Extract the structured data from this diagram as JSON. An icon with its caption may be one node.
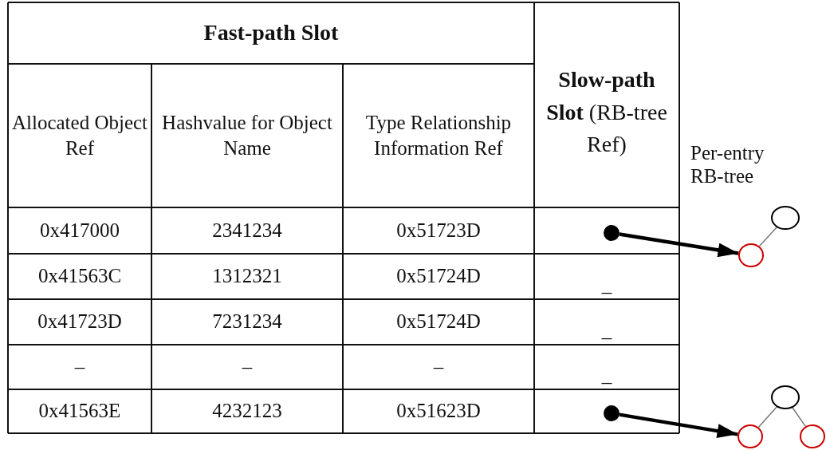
{
  "diagram": {
    "nodes": [
      {
        "text": [],
        "shape": "circle"
      },
      {
        "text": [],
        "shape": "circle"
      },
      {
        "text": [],
        "shape": "circle"
      },
      {
        "text": [],
        "shape": "circle"
      },
      {
        "text": [],
        "shape": "circle"
      },
      {
        "text": [],
        "shape": "circle"
      },
      {
        "text": [],
        "shape": "circle"
      }
    ],
    "edges": [
      {
        "from": 0,
        "to": 3,
        "arrow": "to",
        "style": "thick",
        "color": "#000000"
      },
      {
        "from": 2,
        "to": 3,
        "arrow": "none",
        "color": "#777777"
      },
      {
        "from": 1,
        "to": 5,
        "arrow": "to",
        "style": "thick",
        "color": "#000000"
      },
      {
        "from": 4,
        "to": 5,
        "arrow": "none",
        "color": "#777777"
      },
      {
        "from": 4,
        "to": 6,
        "arrow": "none",
        "color": "#777777"
      }
    ],
    "labels": [
      "Fast-path Slot",
      "**Slow-path Slot** (RB-tree Ref)",
      "Allocated Object Ref",
      "Hashvalue for Object Name",
      "Type Relationship Information Ref",
      "0x417000",
      "2341234",
      "0x51723D",
      "0x41563C",
      "1312321",
      "0x51724D",
      "_",
      "0x41723D",
      "7231234",
      "0x51724D",
      "_",
      "–",
      "–",
      "–",
      "_",
      "0x41563E",
      "4232123",
      "0x51623D",
      "Per-entry RB-tree"
    ]
  }
}
